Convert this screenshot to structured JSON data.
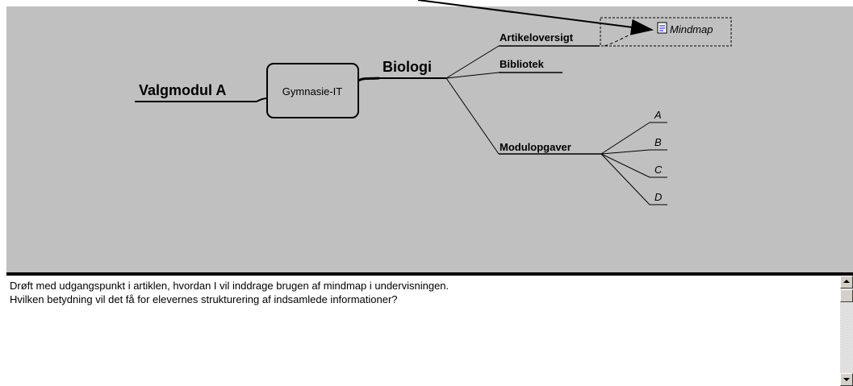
{
  "mindmap": {
    "root_label": "Valgmodul A",
    "center_label": "Gymnasie-IT",
    "topic_label": "Biologi",
    "branches": {
      "artikeloversigt": "Artikeloversigt",
      "bibliotek": "Bibliotek",
      "modulopgaver": "Modulopgaver"
    },
    "link_label": "Mindmap",
    "subtopics": [
      "A",
      "B",
      "C",
      "D"
    ]
  },
  "notes": {
    "line1": "Drøft med udgangspunkt i artiklen, hvordan I vil inddrage brugen af mindmap i undervisningen.",
    "line2": "Hvilken betydning vil det få for elevernes strukturering af indsamlede informationer?"
  },
  "colors": {
    "map_background": "#c0c0c0",
    "notes_background": "#ffffff",
    "line": "#000000"
  }
}
